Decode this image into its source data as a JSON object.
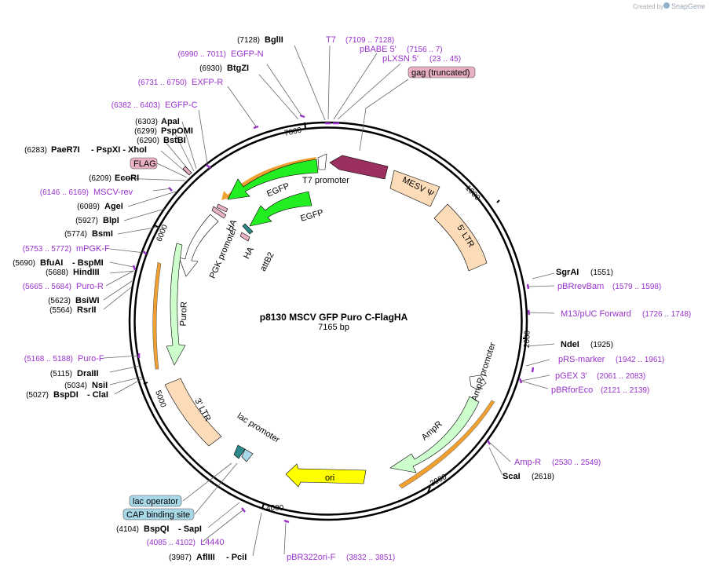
{
  "header": {
    "created_by": "Created by",
    "brand": "SnapGene"
  },
  "plasmid": {
    "name": "p8130 MSCV GFP Puro C-FlagHA",
    "length": "7165 bp"
  },
  "ticks": [
    "1000",
    "2000",
    "3000",
    "4000",
    "5000",
    "6000",
    "7000"
  ],
  "enzymes": [
    {
      "pos": "(7128)",
      "name": "BglII"
    },
    {
      "pos": "(6930)",
      "name": "BtgZI"
    },
    {
      "pos": "(6303)",
      "name": "ApaI"
    },
    {
      "pos": "(6299)",
      "name": "PspOMI"
    },
    {
      "pos": "(6290)",
      "name": "BstBI"
    },
    {
      "pos": "(6283)",
      "name": "PaeR7I",
      "extra": "- PspXI  - XhoI"
    },
    {
      "pos": "(6209)",
      "name": "EcoRI"
    },
    {
      "pos": "(6089)",
      "name": "AgeI"
    },
    {
      "pos": "(5927)",
      "name": "BlpI"
    },
    {
      "pos": "(5774)",
      "name": "BsmI"
    },
    {
      "pos": "(5690)",
      "name": "BfuAI",
      "extra": "- BspMI"
    },
    {
      "pos": "(5688)",
      "name": "HindIII"
    },
    {
      "pos": "(5623)",
      "name": "BsiWI"
    },
    {
      "pos": "(5564)",
      "name": "RsrII"
    },
    {
      "pos": "(5115)",
      "name": "DraIII"
    },
    {
      "pos": "(5034)",
      "name": "NsiI"
    },
    {
      "pos": "(5027)",
      "name": "BspDI",
      "extra": "- ClaI"
    },
    {
      "pos": "(4104)",
      "name": "BspQI",
      "extra": "- SapI"
    },
    {
      "pos": "(3987)",
      "name": "AflIII",
      "extra": "- PciI"
    },
    {
      "name": "SgrAI",
      "pos": "(1551)"
    },
    {
      "name": "NdeI",
      "pos": "(1925)"
    },
    {
      "name": "ScaI",
      "pos": "(2618)"
    }
  ],
  "primers": [
    {
      "name": "T7",
      "pos": "(7109 .. 7128)"
    },
    {
      "name": "pBABE 5'",
      "pos": "(7156 .. 7)"
    },
    {
      "name": "pLXSN 5'",
      "pos": "(23 .. 45)"
    },
    {
      "name": "EGFP-N",
      "pos": "(6990 .. 7011)"
    },
    {
      "name": "EXFP-R",
      "pos": "(6731 .. 6750)"
    },
    {
      "name": "EGFP-C",
      "pos": "(6382 .. 6403)"
    },
    {
      "name": "MSCV-rev",
      "pos": "(6146 .. 6169)"
    },
    {
      "name": "mPGK-F",
      "pos": "(5753 .. 5772)"
    },
    {
      "name": "Puro-R",
      "pos": "(5665 .. 5684)"
    },
    {
      "name": "Puro-F",
      "pos": "(5168 .. 5188)"
    },
    {
      "name": "L4440",
      "pos": "(4085 .. 4102)"
    },
    {
      "name": "pBR322ori-F",
      "pos": "(3832 .. 3851)"
    },
    {
      "name": "pBRrevBam",
      "pos": "(1579 .. 1598)"
    },
    {
      "name": "M13/pUC Forward",
      "pos": "(1726 .. 1748)"
    },
    {
      "name": "pRS-marker",
      "pos": "(1942 .. 1961)"
    },
    {
      "name": "pGEX 3'",
      "pos": "(2061 .. 2083)"
    },
    {
      "name": "pBRforEco",
      "pos": "(2121 .. 2139)"
    },
    {
      "name": "Amp-R",
      "pos": "(2530 .. 2549)"
    }
  ],
  "boxed_features": {
    "gag": "gag (truncated)",
    "flag": "FLAG",
    "lac_operator": "lac operator",
    "cap": "CAP binding site"
  },
  "features": {
    "mesv": "MESV Ψ",
    "ltr5": "5' LTR",
    "ltr3": "3' LTR",
    "egfp_outer": "EGFP",
    "egfp_inner": "EGFP",
    "t7_promoter": "T7 promoter",
    "ha1": "HA",
    "ha2": "HA",
    "attb2": "attB2",
    "pgk_promoter": "PGK promoter",
    "puror": "PuroR",
    "ampr": "AmpR",
    "ampr_promoter": "AmpR promoter",
    "ori": "ori",
    "lac_promoter": "lac promoter"
  },
  "colors": {
    "egfp": "#22ee22",
    "ltr": "#fcdcb8",
    "mesv": "#fcdcb8",
    "gag": "#9b3060",
    "puror": "#ccffcc",
    "ampr": "#ccffcc",
    "ori": "#ffff00",
    "orf": "#f0a030",
    "primer": "#9933cc",
    "lac_operator": "#a8d8e8",
    "tag": "#e8b0c0"
  }
}
